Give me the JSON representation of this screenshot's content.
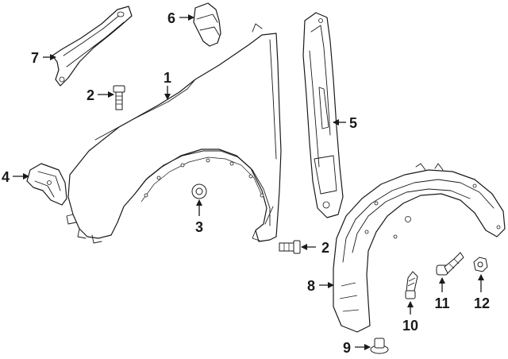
{
  "callouts": [
    {
      "id": "1",
      "label": "1"
    },
    {
      "id": "2a",
      "label": "2"
    },
    {
      "id": "2b",
      "label": "2"
    },
    {
      "id": "3",
      "label": "3"
    },
    {
      "id": "4",
      "label": "4"
    },
    {
      "id": "5",
      "label": "5"
    },
    {
      "id": "6",
      "label": "6"
    },
    {
      "id": "7",
      "label": "7"
    },
    {
      "id": "8",
      "label": "8"
    },
    {
      "id": "9",
      "label": "9"
    },
    {
      "id": "10",
      "label": "10"
    },
    {
      "id": "11",
      "label": "11"
    },
    {
      "id": "12",
      "label": "12"
    }
  ],
  "colors": {
    "ink": "#1a1a1a",
    "background": "#ffffff"
  }
}
